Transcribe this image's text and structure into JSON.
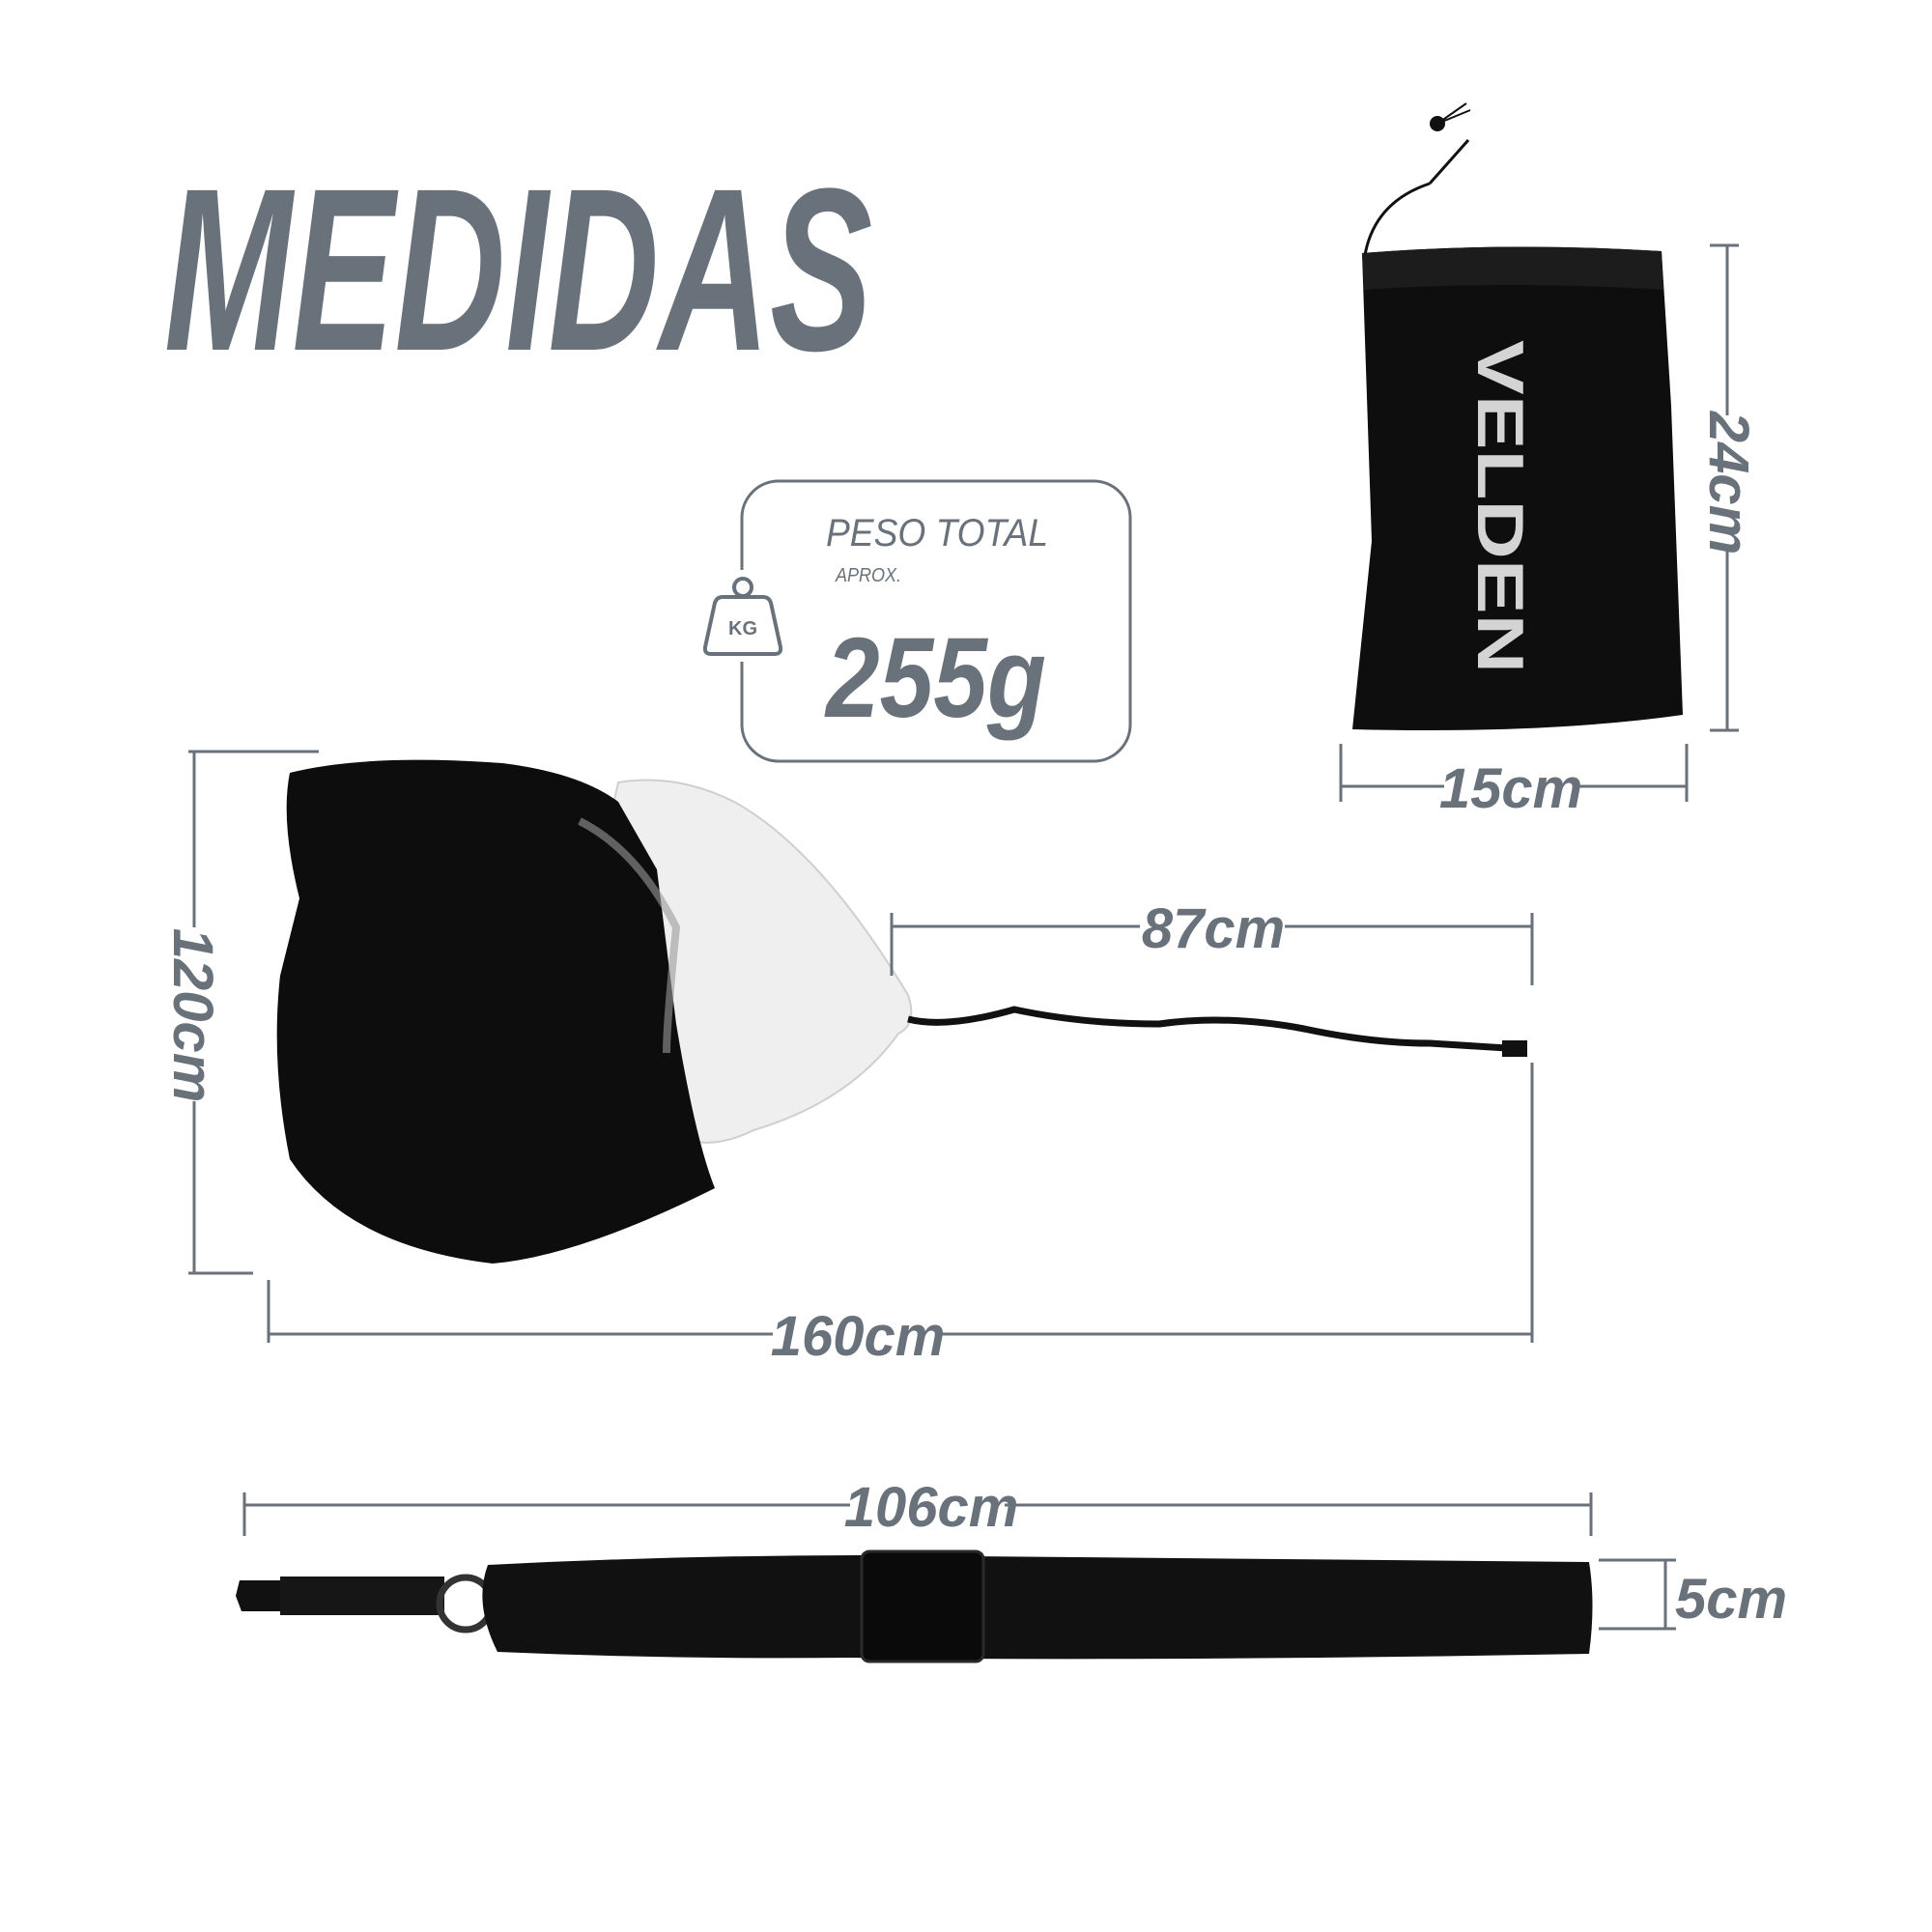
{
  "title": "MEDIDAS",
  "colors": {
    "accent": "#69727a",
    "product": "#0d0d0d"
  },
  "weight": {
    "icon": "kg-weight-icon",
    "icon_text": "KG",
    "label": "PESO TOTAL",
    "prefix": "APROX.",
    "value": "255g"
  },
  "bag": {
    "brand": "VELDEN",
    "height_label": "24cm",
    "width_label": "15cm"
  },
  "parachute": {
    "height_label": "120cm",
    "total_length_label": "160cm",
    "cord_length_label": "87cm"
  },
  "belt": {
    "length_label": "106cm",
    "width_label": "5cm"
  }
}
